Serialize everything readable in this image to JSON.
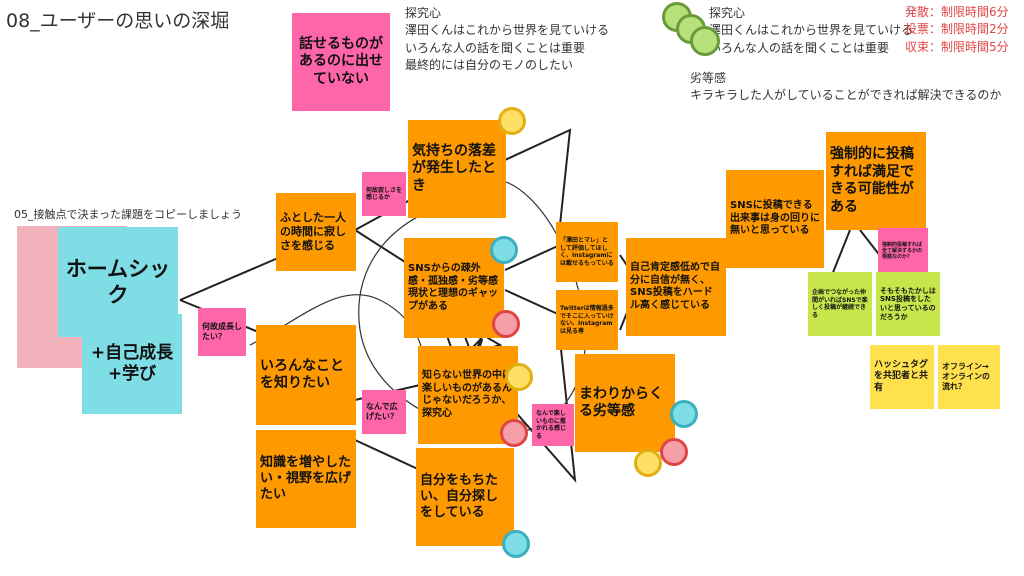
{
  "page": {
    "title": "08_ユーザーの思いの深堀",
    "subtitle": "05_接触点で決まった課題をコピーしましょう"
  },
  "notes_top": {
    "top_pink": "話せるものがあるのに出せていない"
  },
  "text_blocks": {
    "inquiry1_head": "探究心",
    "inquiry1_l1": "澤田くんはこれから世界を見ていける",
    "inquiry1_l2": "いろんな人の話を聞くことは重要",
    "inquiry1_l3": "最終的には自分のモノのしたい",
    "inquiry2_head": "探究心",
    "inquiry2_l1": "澤田くんはこれから世界を見ていける",
    "inquiry2_l2": "いろんな人の話を聞くことは重要",
    "inferiority_head": "劣等感",
    "inferiority_l1": "キラキラした人がしていることができれば解決できるのか"
  },
  "time_limits": {
    "diverge": "発散：制限時間6分",
    "vote": "投票：制限時間2分",
    "converge": "収束：制限時間5分"
  },
  "home": {
    "main": "ホームシック",
    "sub": "+自己成長\n+学び"
  },
  "notes": {
    "lonely": "ふとした一人の時間に寂しさを感じる",
    "why_grow": "何故成長したい？",
    "why_lonely": "何故寂しさを感じるか",
    "gap": "気持ちの落差が発生したとき",
    "sns_alienation": "SNSからの疎外感・孤独感・劣等感　現状と理想のギャップがある",
    "know_people": "いろんなことを知りたい",
    "why_expand": "なんで広げたい？",
    "knowledge": "知識を増やしたい・視野を広げたい",
    "unknown_world": "知らない世界の中に楽しいものがあるんじゃないだろうか、探究心",
    "find_self": "自分をもちたい、自分探しをしている",
    "why_fun": "なんで楽しいものに惹かれる感じる",
    "sawada_eval": "「澤田とマレ」として評価してほしく、Instagramには載せるもっている",
    "twitter_note": "Twitterは情報過多でそこに入っていけない、Instagramは見る専",
    "self_esteem": "自己肯定感低めで自分に自信が無く、SNS投稿をハードル高く感じている",
    "surrounding": "まわりからくる劣等感",
    "sns_nothing": "SNSに投稿できる出来事は身の回りに無いと思っている",
    "forced_post": "強制的に投稿すれば満足できる可能性がある",
    "forced_post_q": "強制的投稿すれば全て解決するかの根拠なのか？",
    "company_link": "企画でつながった仲間がいればSNSで楽しく投稿が継続できる",
    "wanna_post": "そもそもたかしはSNS投稿をしたいと思っているのだろうか",
    "hashtag": "ハッシュタグを共犯者と共有",
    "offline_online": "オフライン→オンラインの流れ？"
  },
  "colors": {
    "orange": "#ff9900",
    "pink": "#ff66aa",
    "cyan": "#7fdde6",
    "lime": "#c8e64b",
    "yellow": "#ffe14d",
    "red_text": "#e04545"
  },
  "icons": {
    "avatar_marker": "circle-avatar-icon"
  }
}
